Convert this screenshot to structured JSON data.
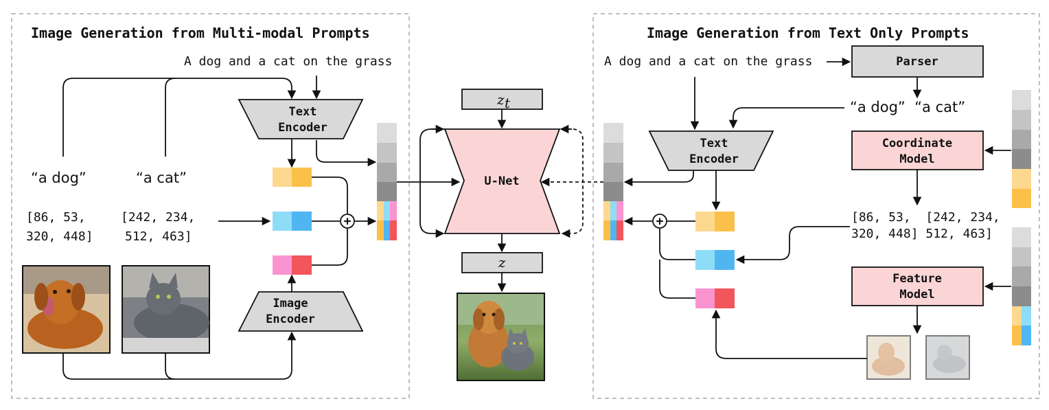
{
  "left_panel": {
    "title": "Image Generation from Multi-modal Prompts",
    "prompt": "A dog and a cat on the grass",
    "text_encoder": [
      "Text",
      "Encoder"
    ],
    "image_encoder": [
      "Image",
      "Encoder"
    ],
    "phrase_dog": "“a dog”",
    "phrase_cat": "“a cat”",
    "box_dog": [
      "[86, 53,",
      "320, 448]"
    ],
    "box_cat": [
      "[242, 234,",
      "512, 463]"
    ],
    "plus": "+"
  },
  "center": {
    "zt": "z",
    "zt_sub": "t",
    "unet": "U-Net",
    "z": "z"
  },
  "right_panel": {
    "title": "Image Generation from Text Only Prompts",
    "prompt": "A dog and a cat on the grass",
    "parser": "Parser",
    "phrases": "“a dog”  “a cat”",
    "text_encoder": [
      "Text",
      "Encoder"
    ],
    "coordinate_model": [
      "Coordinate",
      "Model"
    ],
    "feature_model": [
      "Feature",
      "Model"
    ],
    "boxes": [
      "[86, 53,  [242, 234,",
      "320, 448] 512, 463]"
    ],
    "plus": "+"
  },
  "colors": {
    "block_gray": "#d9d9d9",
    "block_pink": "#fbd5d5",
    "orange_light": "#fdd88f",
    "orange": "#fbc04a",
    "blue_light": "#8fdcf7",
    "blue": "#4fb6f2",
    "pink_light": "#fa94d0",
    "red": "#f2555a"
  }
}
